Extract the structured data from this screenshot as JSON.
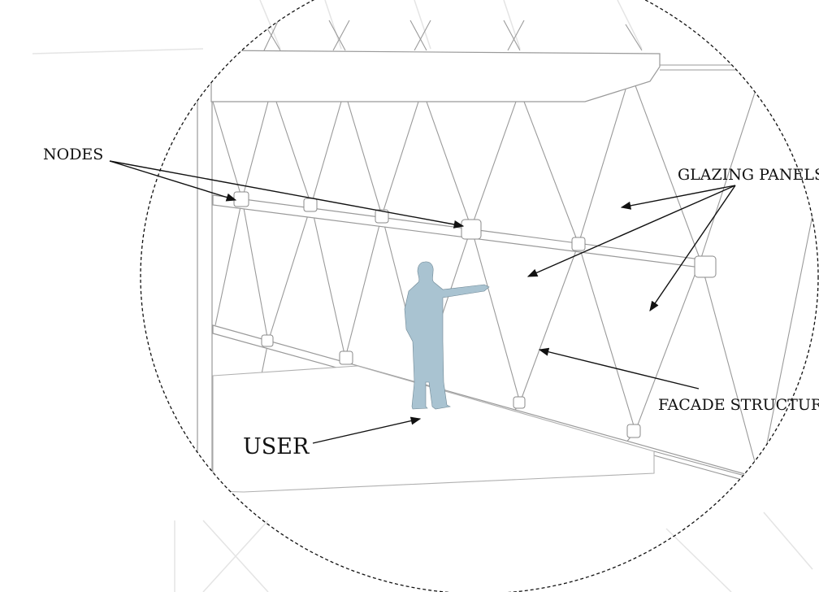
{
  "labels": {
    "nodes": "NODES",
    "glazing_panels": "GLAZING PANELS",
    "facade_structure": "FACADE STRUCTURE",
    "user": "USER"
  },
  "colors": {
    "user_figure": "#a9c3d1",
    "ink": "#111111",
    "structure": "#9a9a9a"
  }
}
